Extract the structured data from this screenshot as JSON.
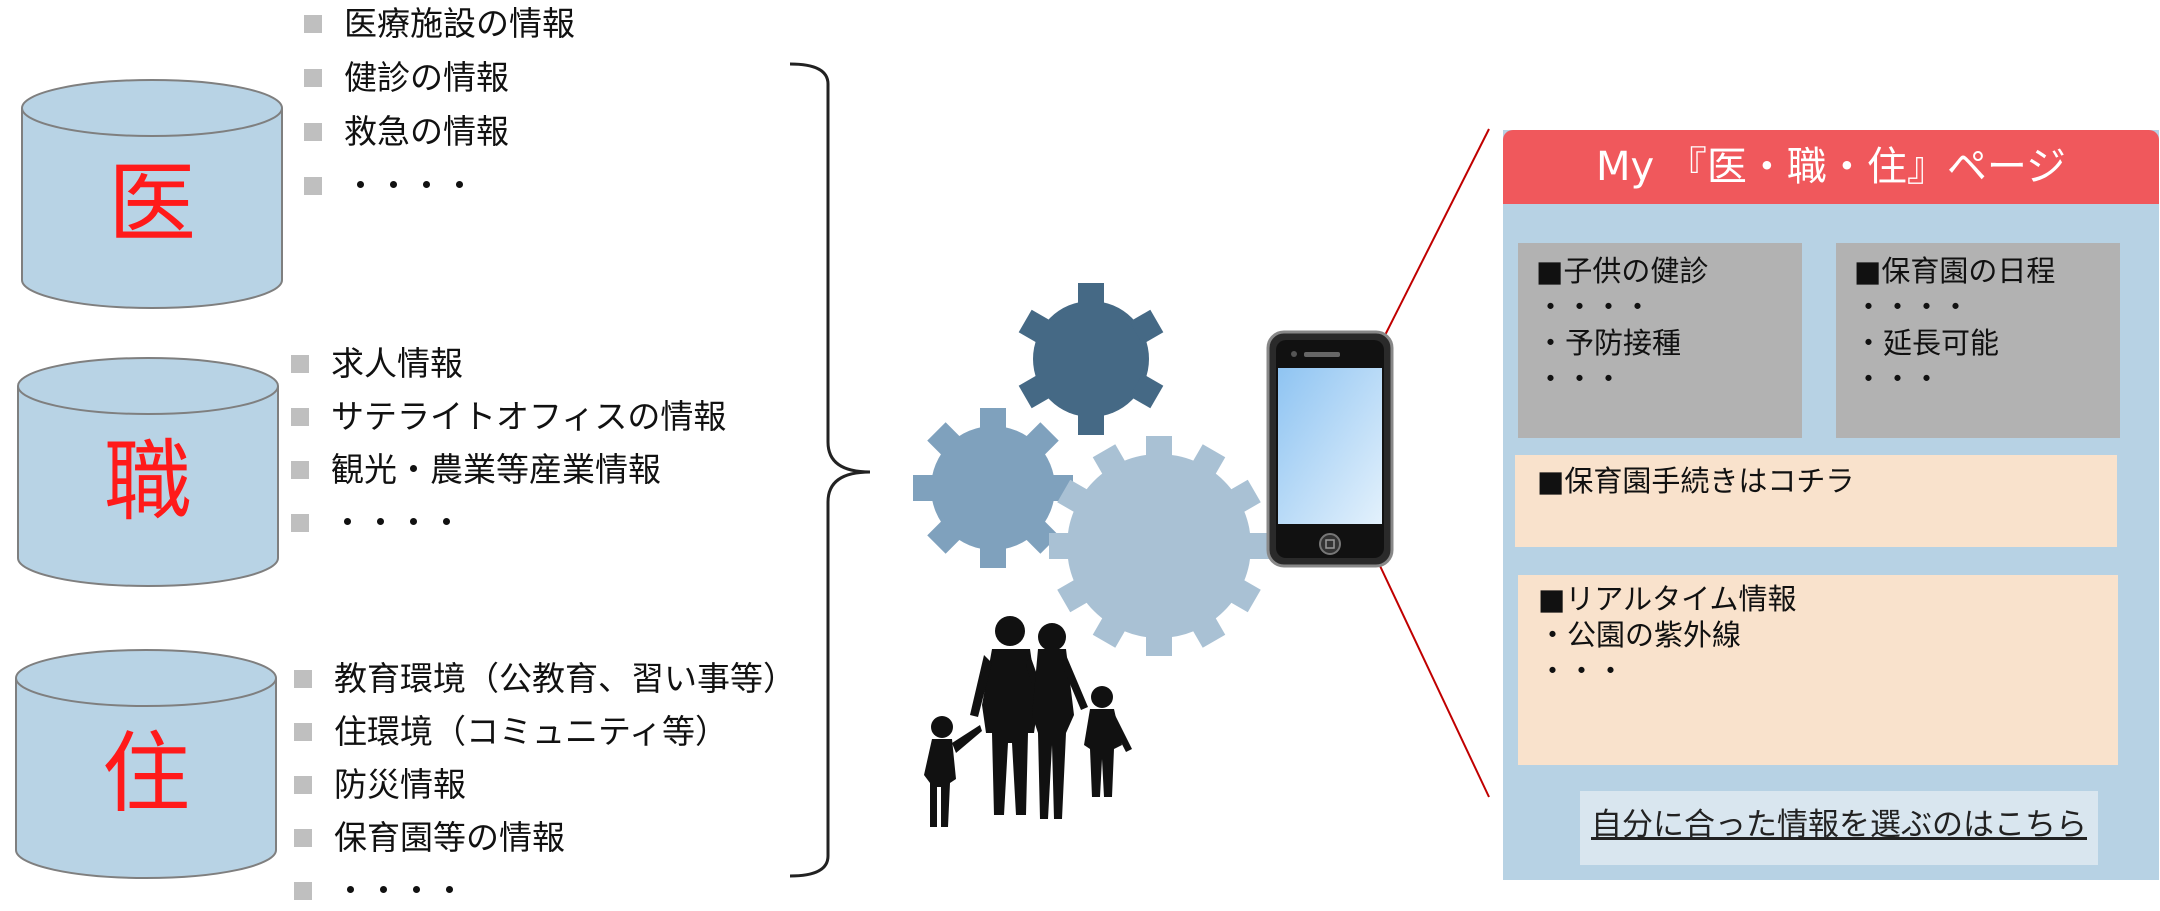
{
  "databases": [
    {
      "label": "医",
      "items": [
        "医療施設の情報",
        "健診の情報",
        "救急の情報",
        "・・・・"
      ]
    },
    {
      "label": "職",
      "items": [
        "求人情報",
        "サテライトオフィスの情報",
        "観光・農業等産業情報",
        "・・・・"
      ]
    },
    {
      "label": "住",
      "items": [
        "教育環境（公教育、習い事等）",
        "住環境（コミュニティ等）",
        "防災情報",
        "保育園等の情報",
        "・・・・"
      ]
    }
  ],
  "phone_page": {
    "title": "My 『医・職・住』ページ",
    "child_checkup": {
      "heading": "■子供の健診",
      "lines": [
        "・・・・",
        "・予防接種",
        "・・・"
      ]
    },
    "nursery_schedule": {
      "heading": "■保育園の日程",
      "lines": [
        "・・・・",
        "・延長可能",
        "・・・"
      ]
    },
    "nursery_procedure": {
      "heading": "■保育園手続きはコチラ"
    },
    "realtime": {
      "heading": "■リアルタイム情報",
      "lines": [
        "・公園の紫外線",
        "・・・"
      ]
    },
    "select_link": "自分に合った情報を選ぶのはこちら"
  },
  "colors": {
    "cylinder_fill": "#b8d3e5",
    "cylinder_stroke": "#7f7f7f",
    "db_label": "#ff1a1a",
    "page_header": "#f0585c",
    "page_body": "#b7d2e4",
    "gray_box": "#b2b2b2",
    "peach_box": "#f9e2cc",
    "gear_dark": "#456985",
    "gear_mid": "#7fa1bd",
    "gear_light": "#a9c1d4",
    "connector_line": "#c00000"
  },
  "icons": [
    "database-cylinder-icon",
    "bullet-square-icon",
    "curly-brace-icon",
    "gear-icon",
    "family-silhouette-icon",
    "smartphone-icon"
  ]
}
